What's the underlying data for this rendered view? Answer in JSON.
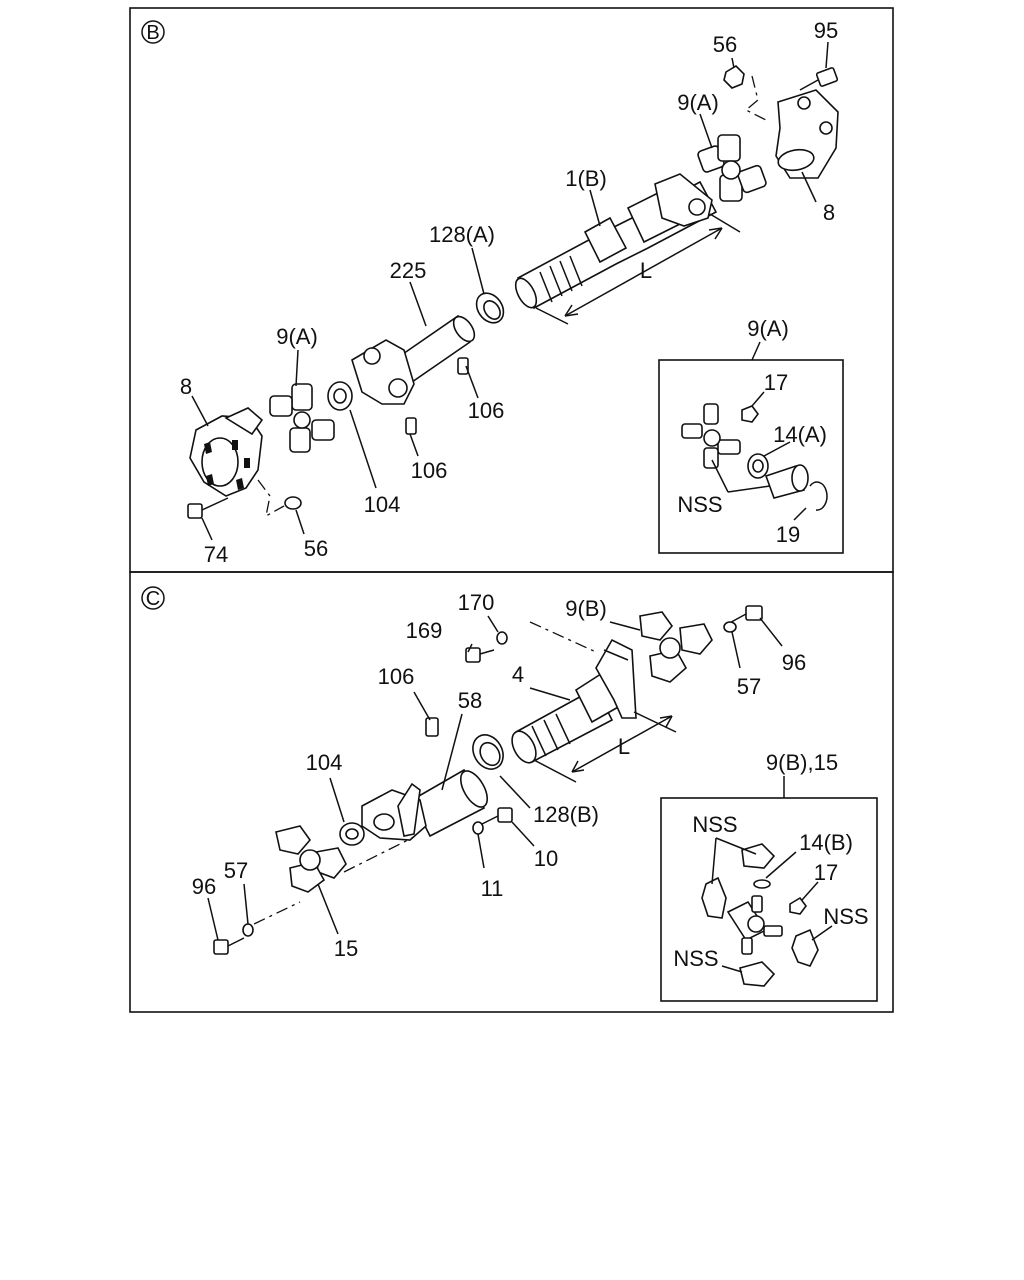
{
  "sections": [
    {
      "id": "B",
      "marker": "B",
      "labels": [
        "56",
        "95",
        "9(A)",
        "1(B)",
        "8",
        "128(A)",
        "225",
        "L",
        "9(A)",
        "9(A)",
        "17",
        "8",
        "106",
        "14(A)",
        "106",
        "NSS",
        "104",
        "74",
        "56",
        "19"
      ]
    },
    {
      "id": "C",
      "marker": "C",
      "labels": [
        "170",
        "9(B)",
        "169",
        "96",
        "4",
        "106",
        "57",
        "58",
        "L",
        "104",
        "9(B),15",
        "128(B)",
        "NSS",
        "14(B)",
        "10",
        "57",
        "17",
        "96",
        "11",
        "NSS",
        "15",
        "NSS"
      ]
    }
  ]
}
